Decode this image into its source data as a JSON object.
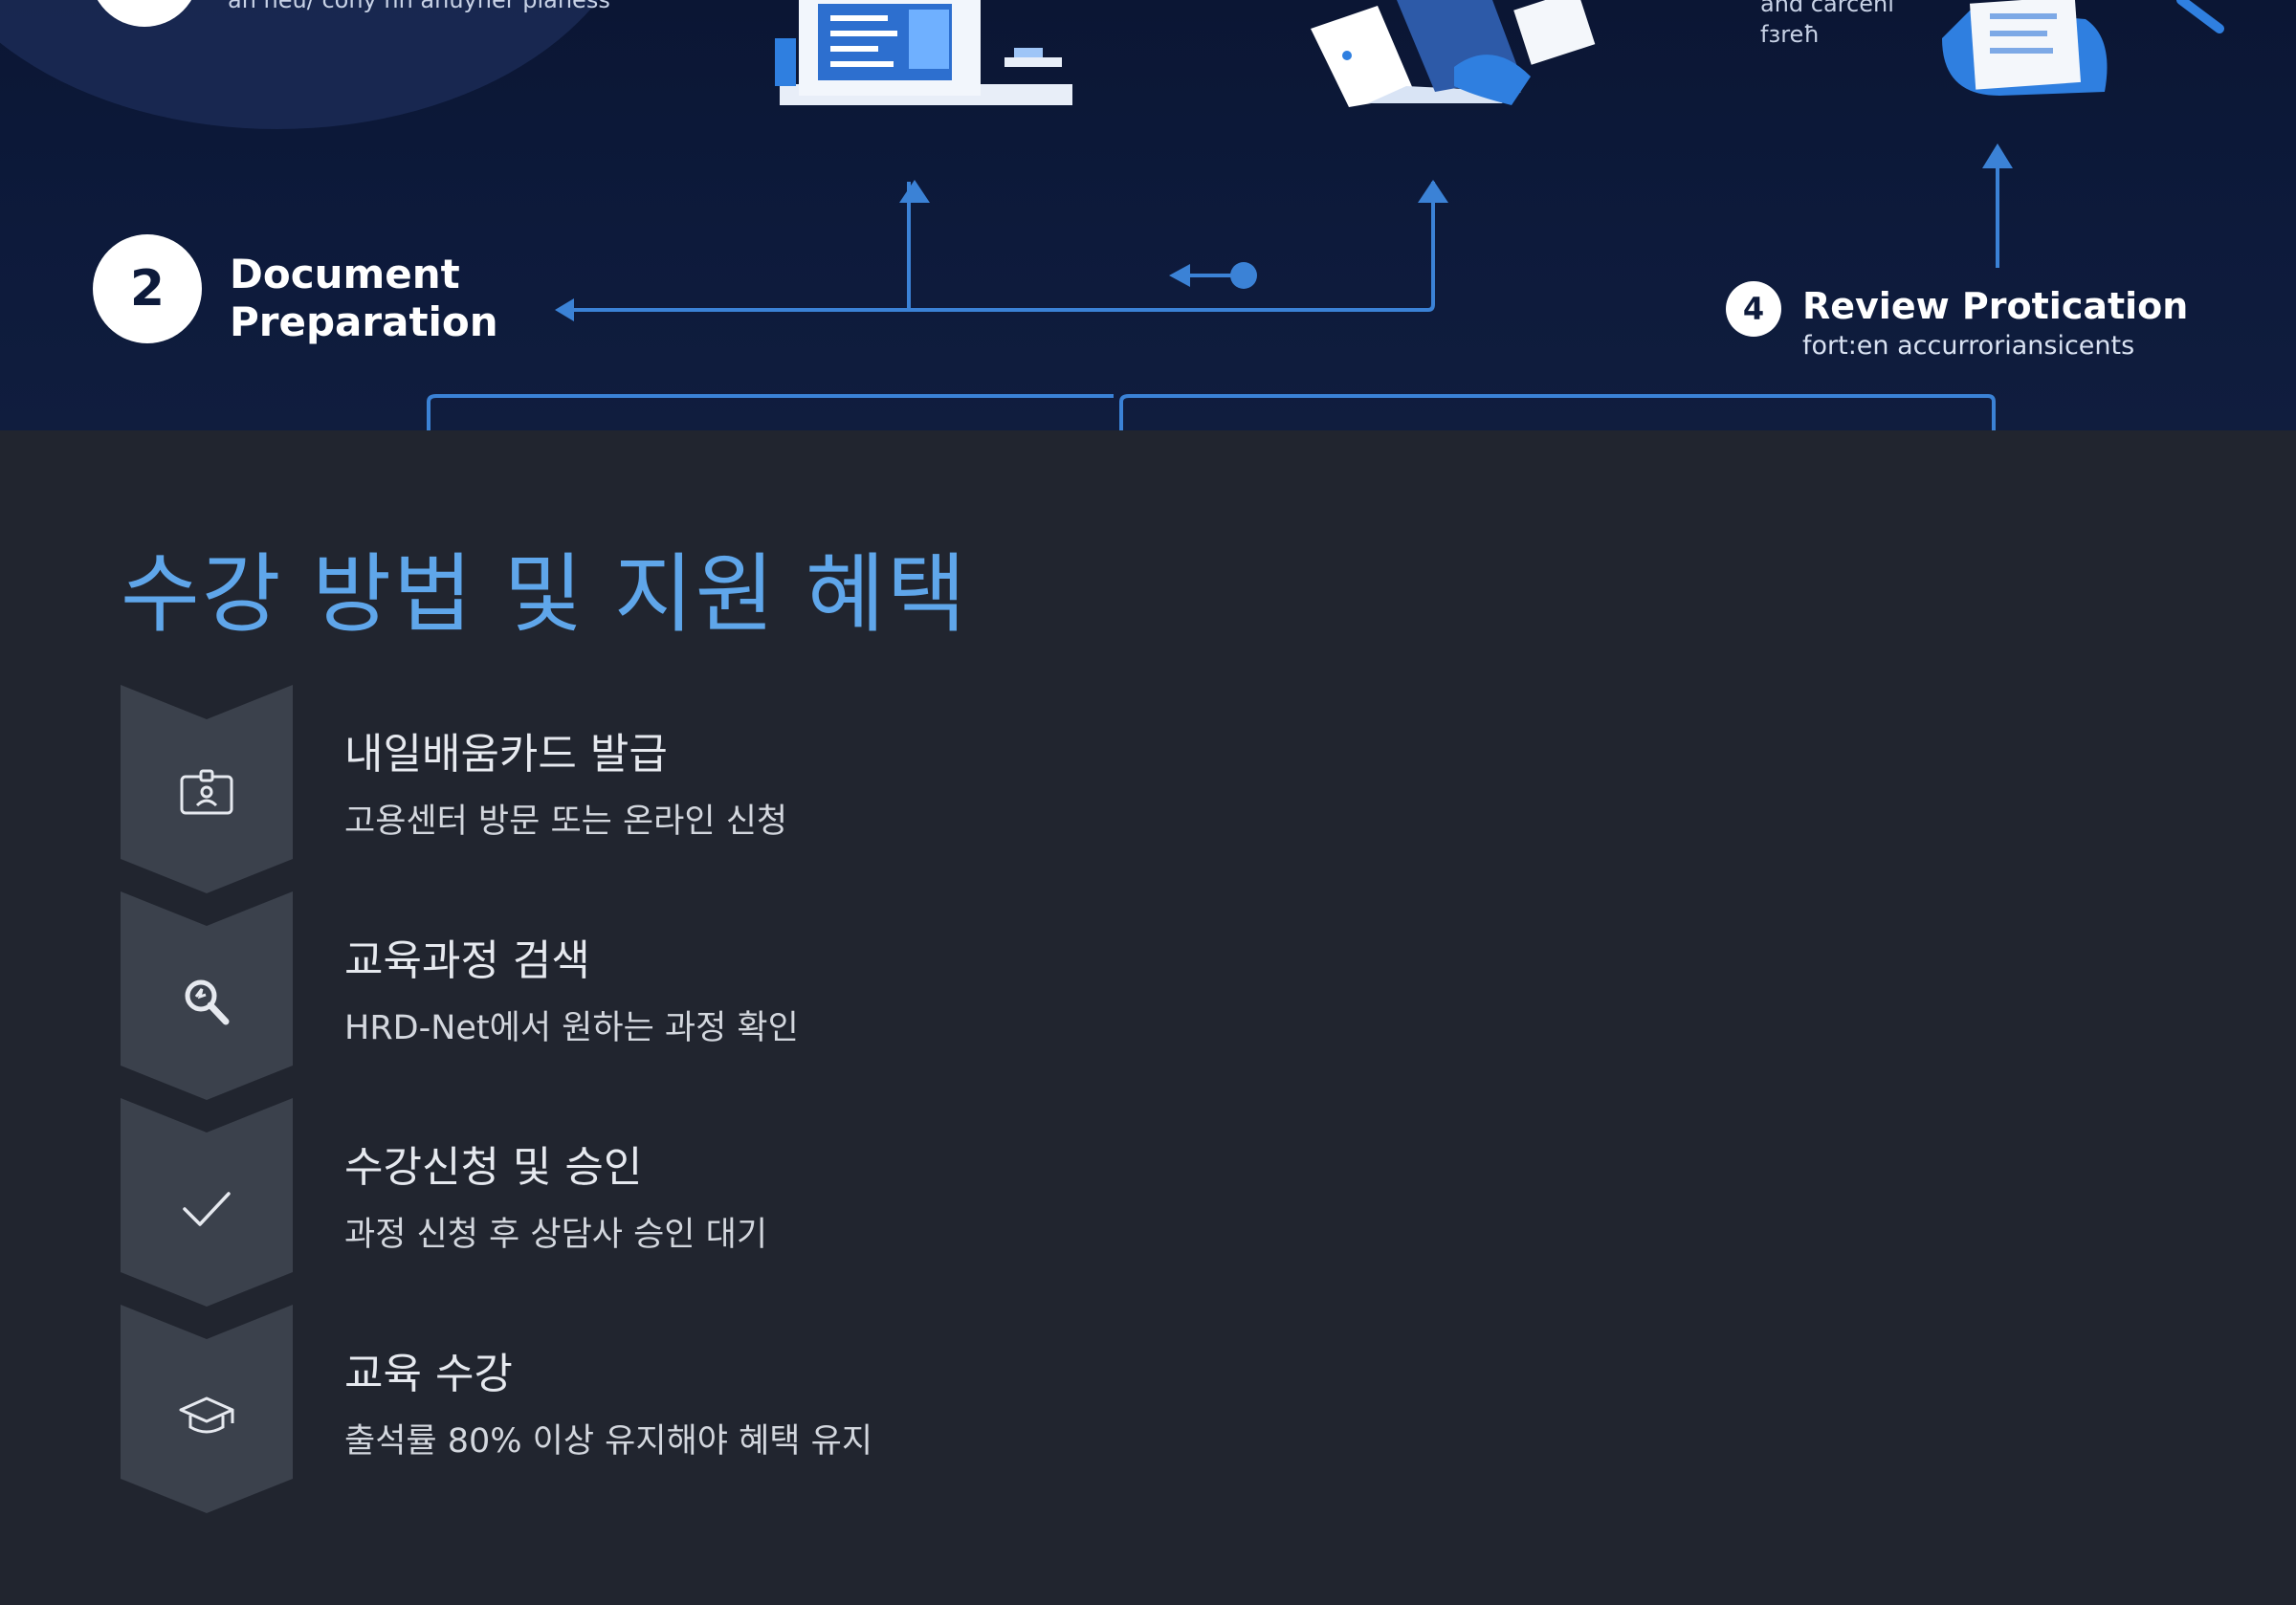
{
  "hero": {
    "top_left_caption": "an neu/ cony nn anuyner planess",
    "top_right_caption_line1": "and carceni",
    "top_right_caption_line2": "fɜreħ",
    "step2": {
      "number": "2",
      "title_line1": "Document",
      "title_line2": "Preparation"
    },
    "step4": {
      "number": "4",
      "title": "Review Protication",
      "subtitle": "fort:en accurroriansicents"
    },
    "colors": {
      "background": "#0d1a3b",
      "arrows": "#3b82d6",
      "accent": "#2f7fe0"
    }
  },
  "section": {
    "title": "수강 방법 및 지원 혜택",
    "title_color": "#5fa6ea",
    "background": "#21252f"
  },
  "steps": [
    {
      "icon": "id-card-icon",
      "title": "내일배움카드 발급",
      "desc": "고용센터 방문 또는 온라인 신청"
    },
    {
      "icon": "search-icon",
      "title": "교육과정 검색",
      "desc": "HRD-Net에서 원하는 과정 확인"
    },
    {
      "icon": "check-icon",
      "title": "수강신청 및 승인",
      "desc": "과정 신청 후 상담사 승인 대기"
    },
    {
      "icon": "graduation-cap-icon",
      "title": "교육 수강",
      "desc": "출석률 80% 이상 유지해야 혜택 유지"
    }
  ]
}
